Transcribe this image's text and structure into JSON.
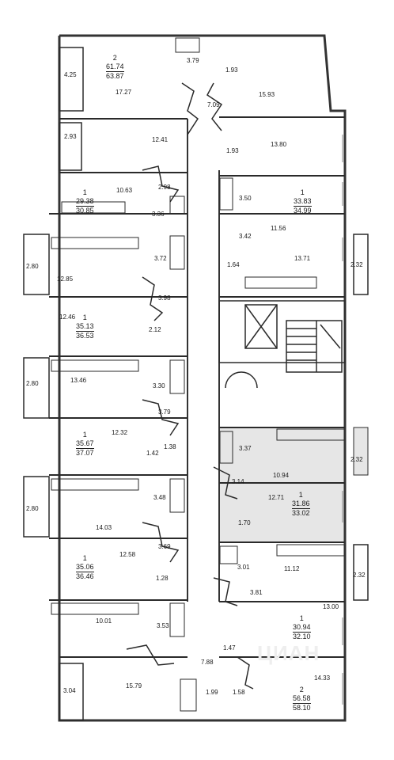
{
  "apartments": [
    {
      "id": "a1",
      "rooms": "2",
      "area": "61.74",
      "total": "63.87"
    },
    {
      "id": "a2",
      "rooms": "1",
      "area": "29.38",
      "total": "30.85"
    },
    {
      "id": "a3",
      "rooms": "1",
      "area": "33.83",
      "total": "34.99"
    },
    {
      "id": "a4",
      "rooms": "1",
      "area": "35.13",
      "total": "36.53"
    },
    {
      "id": "a5",
      "rooms": "1",
      "area": "35.67",
      "total": "37.07"
    },
    {
      "id": "a6",
      "rooms": "1",
      "area": "31.86",
      "total": "33.02"
    },
    {
      "id": "a7",
      "rooms": "1",
      "area": "35.06",
      "total": "36.46"
    },
    {
      "id": "a8",
      "rooms": "1",
      "area": "30.94",
      "total": "32.10"
    },
    {
      "id": "a9",
      "rooms": "2",
      "area": "56.58",
      "total": "58.10"
    }
  ],
  "room_areas": [
    "4.25",
    "3.79",
    "1.93",
    "17.27",
    "7.09",
    "15.93",
    "2.93",
    "12.41",
    "1.93",
    "13.80",
    "10.63",
    "2.98",
    "3.36",
    "3.50",
    "11.56",
    "3.42",
    "2.80",
    "12.85",
    "3.72",
    "1.64",
    "13.71",
    "2.32",
    "12.46",
    "3.98",
    "2.12",
    "2.80",
    "13.46",
    "3.30",
    "3.79",
    "12.32",
    "1.42",
    "1.38",
    "3.37",
    "3.14",
    "10.94",
    "2.32",
    "2.80",
    "3.48",
    "12.71",
    "1.70",
    "14.03",
    "3.69",
    "12.58",
    "1.28",
    "3.01",
    "11.12",
    "2.32",
    "3.81",
    "13.00",
    "10.01",
    "3.53",
    "1.47",
    "7.88",
    "3.04",
    "15.79",
    "1.99",
    "1.58",
    "14.33"
  ],
  "watermark": "ЦИАН"
}
